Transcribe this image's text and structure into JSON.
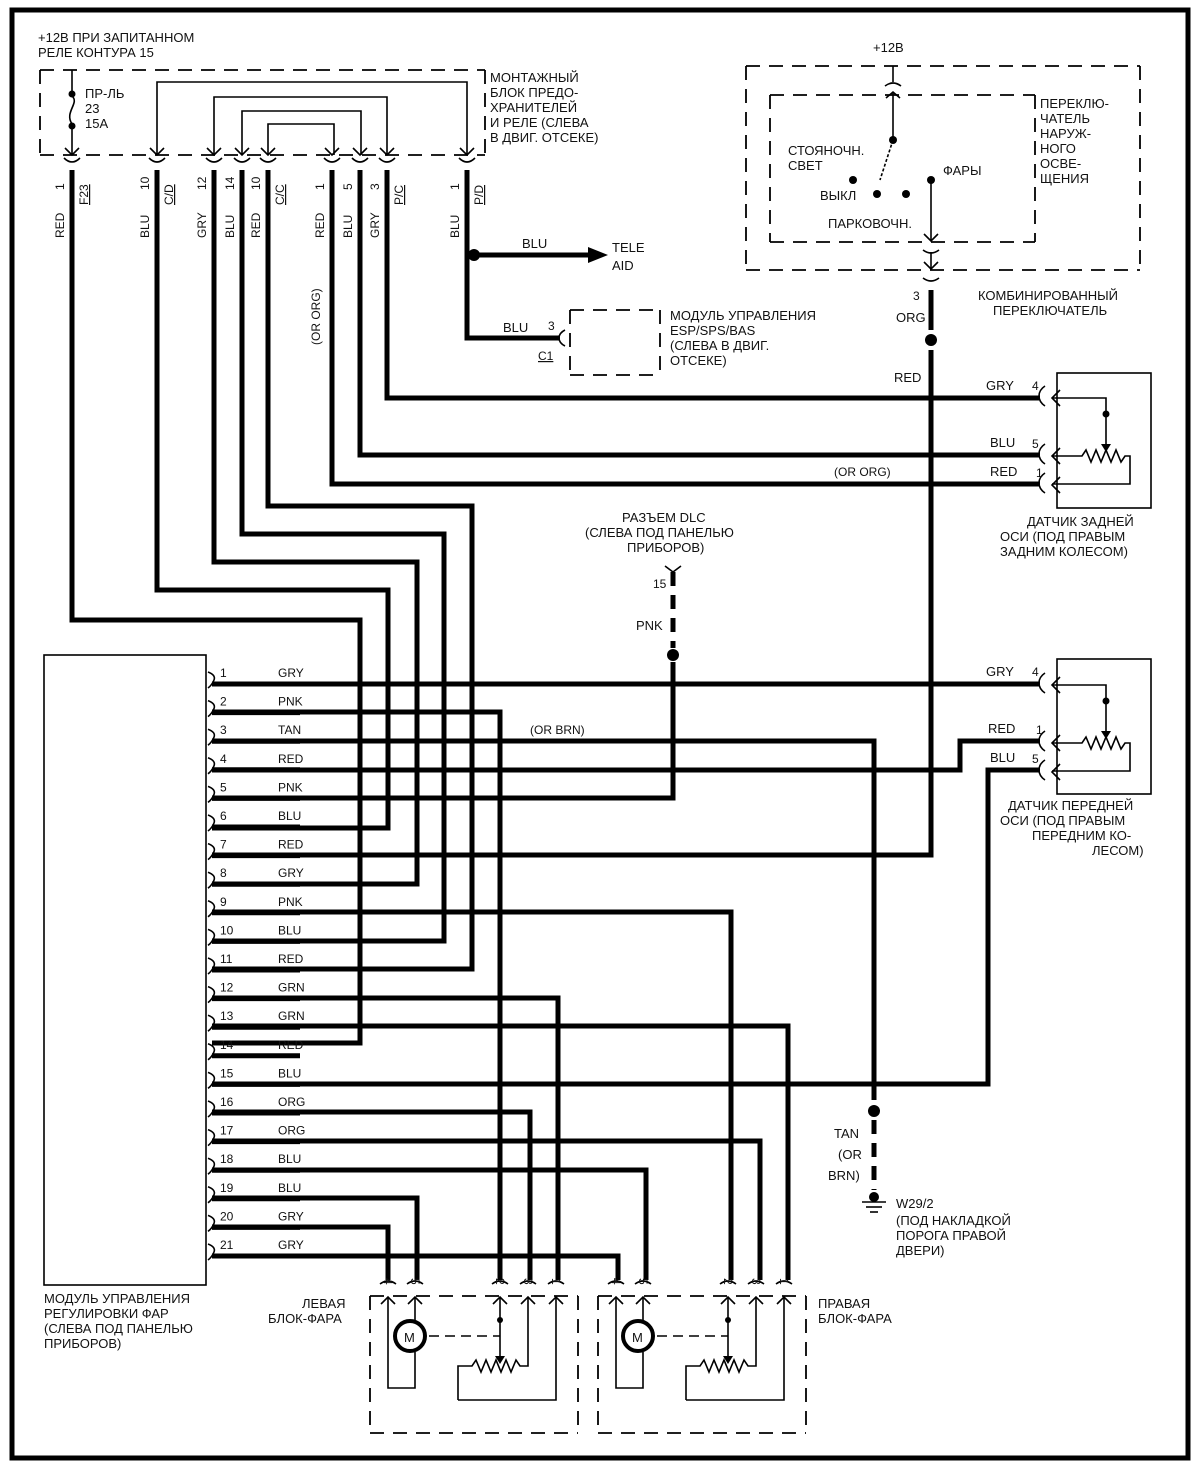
{
  "power": {
    "title_line1": "+12В ПРИ ЗАПИТАННОМ",
    "title_line2": "РЕЛЕ КОНТУРА 15",
    "fuse_label": "ПР-ЛЬ",
    "fuse_number": "23",
    "fuse_rating": "15A"
  },
  "fuse_box": {
    "label_lines": [
      "МОНТАЖНЫЙ",
      "БЛОК ПРЕДО-",
      "ХРАНИТЕЛЕЙ",
      "И РЕЛЕ (СЛЕВА",
      "В ДВИГ. ОТСЕКЕ)"
    ],
    "pins": [
      {
        "wire": "RED",
        "pin": "1",
        "conn": "F23"
      },
      {
        "wire": "BLU",
        "pin": "10",
        "conn": "C/D"
      },
      {
        "wire": "GRY",
        "pin": "12",
        "conn": ""
      },
      {
        "wire": "BLU",
        "pin": "14",
        "conn": ""
      },
      {
        "wire": "RED",
        "pin": "10",
        "conn": "C/C"
      },
      {
        "wire": "RED",
        "pin": "1",
        "conn": ""
      },
      {
        "wire": "BLU",
        "pin": "5",
        "conn": ""
      },
      {
        "wire": "GRY",
        "pin": "3",
        "conn": "P/C"
      },
      {
        "wire": "BLU",
        "pin": "1",
        "conn": "P/D"
      }
    ],
    "alt_color_note": "(OR ORG)"
  },
  "tele_aid": {
    "wire": "BLU",
    "label_line1": "TELE",
    "label_line2": "AID"
  },
  "esp_module": {
    "wire": "BLU",
    "pin": "3",
    "conn": "C1",
    "label_lines": [
      "МОДУЛЬ УПРАВЛЕНИЯ",
      "ESP/SPS/BAS",
      "(СЛЕВА В ДВИГ.",
      "ОТСЕКЕ)"
    ]
  },
  "combo_switch": {
    "supply": "+12В",
    "switch_label_lines": [
      "ПЕРЕКЛЮ-",
      "ЧАТЕЛЬ",
      "НАРУЖ-",
      "НОГО",
      "ОСВЕ-",
      "ЩЕНИЯ"
    ],
    "pos_parking_light_1": "СТОЯНОЧН.",
    "pos_parking_light_2": "СВЕТ",
    "pos_off": "ВЫКЛ",
    "pos_park": "ПАРКОВОЧН.",
    "pos_headlamps": "ФАРЫ",
    "pin": "3",
    "wire_out": "ORG",
    "wire_after_splice": "RED",
    "label_line1": "КОМБИНИРОВАННЫЙ",
    "label_line2": "ПЕРЕКЛЮЧАТЕЛЬ"
  },
  "rear_sensor": {
    "pins": [
      {
        "wire": "GRY",
        "pin": "4"
      },
      {
        "wire": "BLU",
        "pin": "5"
      },
      {
        "wire": "RED",
        "pin": "1"
      }
    ],
    "alt_note": "(OR ORG)",
    "label_lines": [
      "ДАТЧИК ЗАДНЕЙ",
      "ОСИ (ПОД ПРАВЫМ",
      "ЗАДНИМ КОЛЕСОМ)"
    ]
  },
  "dlc": {
    "label_lines": [
      "РАЗЪЕМ DLC",
      "(СЛЕВА ПОД ПАНЕЛЬЮ",
      "ПРИБОРОВ)"
    ],
    "pin": "15",
    "wire": "PNK"
  },
  "front_sensor": {
    "pins": [
      {
        "wire": "GRY",
        "pin": "4"
      },
      {
        "wire": "RED",
        "pin": "1"
      },
      {
        "wire": "BLU",
        "pin": "5"
      }
    ],
    "label_lines": [
      "ДАТЧИК ПЕРЕДНЕЙ",
      "ОСИ (ПОД ПРАВЫМ",
      "ПЕРЕДНИМ КО-",
      "ЛЕСОМ)"
    ]
  },
  "control_module": {
    "label_lines": [
      "МОДУЛЬ УПРАВЛЕНИЯ",
      "РЕГУЛИРОВКИ ФАР",
      "(СЛЕВА ПОД ПАНЕЛЬЮ",
      "ПРИБОРОВ)"
    ],
    "pins": [
      {
        "pin": "1",
        "wire": "GRY"
      },
      {
        "pin": "2",
        "wire": "PNK"
      },
      {
        "pin": "3",
        "wire": "TAN"
      },
      {
        "pin": "4",
        "wire": "RED"
      },
      {
        "pin": "5",
        "wire": "PNK"
      },
      {
        "pin": "6",
        "wire": "BLU"
      },
      {
        "pin": "7",
        "wire": "RED"
      },
      {
        "pin": "8",
        "wire": "GRY"
      },
      {
        "pin": "9",
        "wire": "PNK"
      },
      {
        "pin": "10",
        "wire": "BLU"
      },
      {
        "pin": "11",
        "wire": "RED"
      },
      {
        "pin": "12",
        "wire": "GRN"
      },
      {
        "pin": "13",
        "wire": "GRN"
      },
      {
        "pin": "14",
        "wire": "RED"
      },
      {
        "pin": "15",
        "wire": "BLU"
      },
      {
        "pin": "16",
        "wire": "ORG"
      },
      {
        "pin": "17",
        "wire": "ORG"
      },
      {
        "pin": "18",
        "wire": "BLU"
      },
      {
        "pin": "19",
        "wire": "BLU"
      },
      {
        "pin": "20",
        "wire": "GRY"
      },
      {
        "pin": "21",
        "wire": "GRY"
      }
    ],
    "pin3_alt_note": "(OR BRN)"
  },
  "ground": {
    "wire_line1": "TAN",
    "wire_line2": "(OR",
    "wire_line3": "BRN)",
    "id": "W29/2",
    "label_lines": [
      "(ПОД НАКЛАДКОЙ",
      "ПОРОГА ПРАВОЙ",
      "ДВЕРИ)"
    ]
  },
  "left_headlamp": {
    "label_line1": "ЛЕВАЯ",
    "label_line2": "БЛОК-ФАРА",
    "pins": [
      "4",
      "5",
      "2",
      "3",
      "1"
    ],
    "motor": "M"
  },
  "right_headlamp": {
    "label_line1": "ПРАВАЯ",
    "label_line2": "БЛОК-ФАРА",
    "pins": [
      "4",
      "5",
      "2",
      "3",
      "1"
    ],
    "motor": "M"
  }
}
